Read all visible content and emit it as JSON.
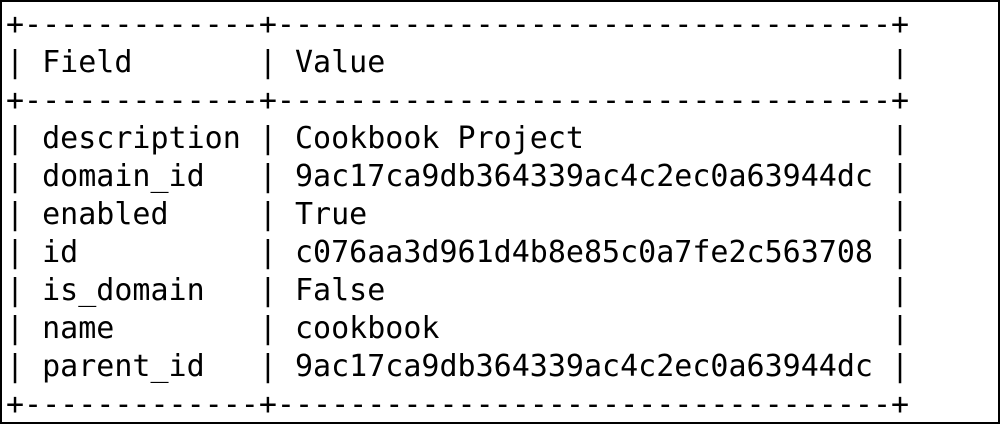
{
  "table": {
    "headers": [
      "Field",
      "Value"
    ],
    "rows": [
      {
        "field": "description",
        "value": "Cookbook Project"
      },
      {
        "field": "domain_id",
        "value": "9ac17ca9db364339ac4c2ec0a63944dc"
      },
      {
        "field": "enabled",
        "value": "True"
      },
      {
        "field": "id",
        "value": "c076aa3d961d4b8e85c0a7fe2c563708"
      },
      {
        "field": "is_domain",
        "value": "False"
      },
      {
        "field": "name",
        "value": "cookbook"
      },
      {
        "field": "parent_id",
        "value": "9ac17ca9db364339ac4c2ec0a63944dc"
      }
    ]
  }
}
